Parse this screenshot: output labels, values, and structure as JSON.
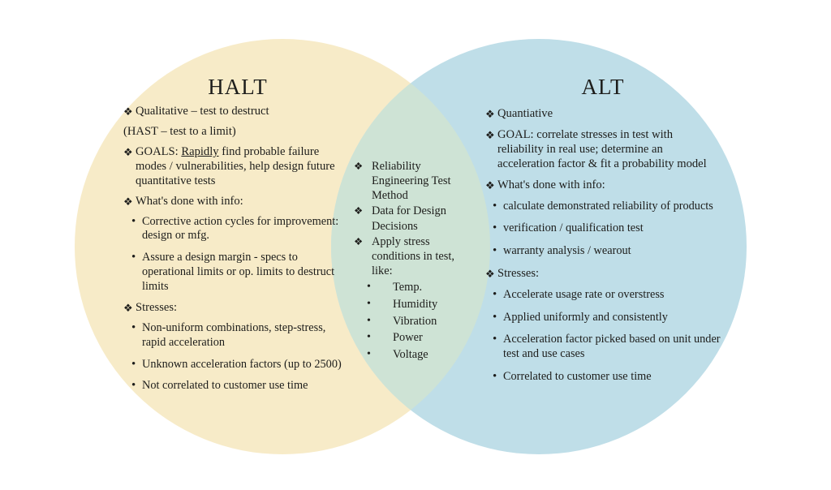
{
  "colors": {
    "left_circle": "#f7ebc8",
    "right_circle": "#bfdee8",
    "overlap": "#cee3d5",
    "background": "#ffffff",
    "text": "#1d1d1b"
  },
  "glyphs": {
    "diamond_bullet": "❖",
    "dot_bullet": "•"
  },
  "left": {
    "title": "HALT",
    "items": [
      {
        "glyph": "diamond",
        "text": "Qualitative – test to destruct"
      },
      {
        "glyph": "none",
        "text": "(HAST – test to a limit)"
      },
      {
        "glyph": "diamond",
        "text_pre": "GOALS: ",
        "text_underline": "Rapidly",
        "text_post": " find probable failure modes / vulnerabilities, help design future quantitative tests"
      },
      {
        "glyph": "diamond",
        "text": "What's done with info:"
      },
      {
        "glyph": "dot",
        "text": "Corrective action cycles for improvement: design or mfg."
      },
      {
        "glyph": "dot",
        "text": "Assure a design margin - specs to operational limits or op. limits to destruct limits"
      },
      {
        "glyph": "diamond",
        "text": "Stresses:"
      },
      {
        "glyph": "dot",
        "text": "Non-uniform combinations, step-stress, rapid acceleration"
      },
      {
        "glyph": "dot",
        "text": "Unknown acceleration factors (up to 2500)"
      },
      {
        "glyph": "dot",
        "text": "Not correlated to customer use time"
      }
    ]
  },
  "center": {
    "items": [
      {
        "glyph": "diamond",
        "text": "Reliability Engineering Test Method"
      },
      {
        "glyph": "diamond",
        "text": "Data for Design Decisions"
      },
      {
        "glyph": "diamond",
        "text": "Apply stress conditions in test, like:"
      }
    ],
    "sub_items": [
      {
        "glyph": "dot",
        "text": "Temp."
      },
      {
        "glyph": "dot",
        "text": "Humidity"
      },
      {
        "glyph": "dot",
        "text": "Vibration"
      },
      {
        "glyph": "dot",
        "text": "Power"
      },
      {
        "glyph": "dot",
        "text": "Voltage"
      }
    ]
  },
  "right": {
    "title": "ALT",
    "items": [
      {
        "glyph": "diamond",
        "text": "Quantiative"
      },
      {
        "glyph": "diamond",
        "text": "GOAL: correlate stresses in test with reliability in real use; determine an acceleration factor & fit a probability model"
      },
      {
        "glyph": "diamond",
        "text": "What's done with info:"
      },
      {
        "glyph": "dot",
        "text": "calculate demonstrated reliability of products"
      },
      {
        "glyph": "dot",
        "text": "verification / qualification test"
      },
      {
        "glyph": "dot",
        "text": "warranty analysis / wearout"
      },
      {
        "glyph": "diamond",
        "text": "Stresses:"
      },
      {
        "glyph": "dot",
        "text": "Accelerate usage rate or overstress"
      },
      {
        "glyph": "dot",
        "text": "Applied uniformly and consistently"
      },
      {
        "glyph": "dot",
        "text": "Acceleration factor picked based on unit under test and use cases"
      },
      {
        "glyph": "dot",
        "text": "Correlated to customer use time"
      }
    ]
  }
}
